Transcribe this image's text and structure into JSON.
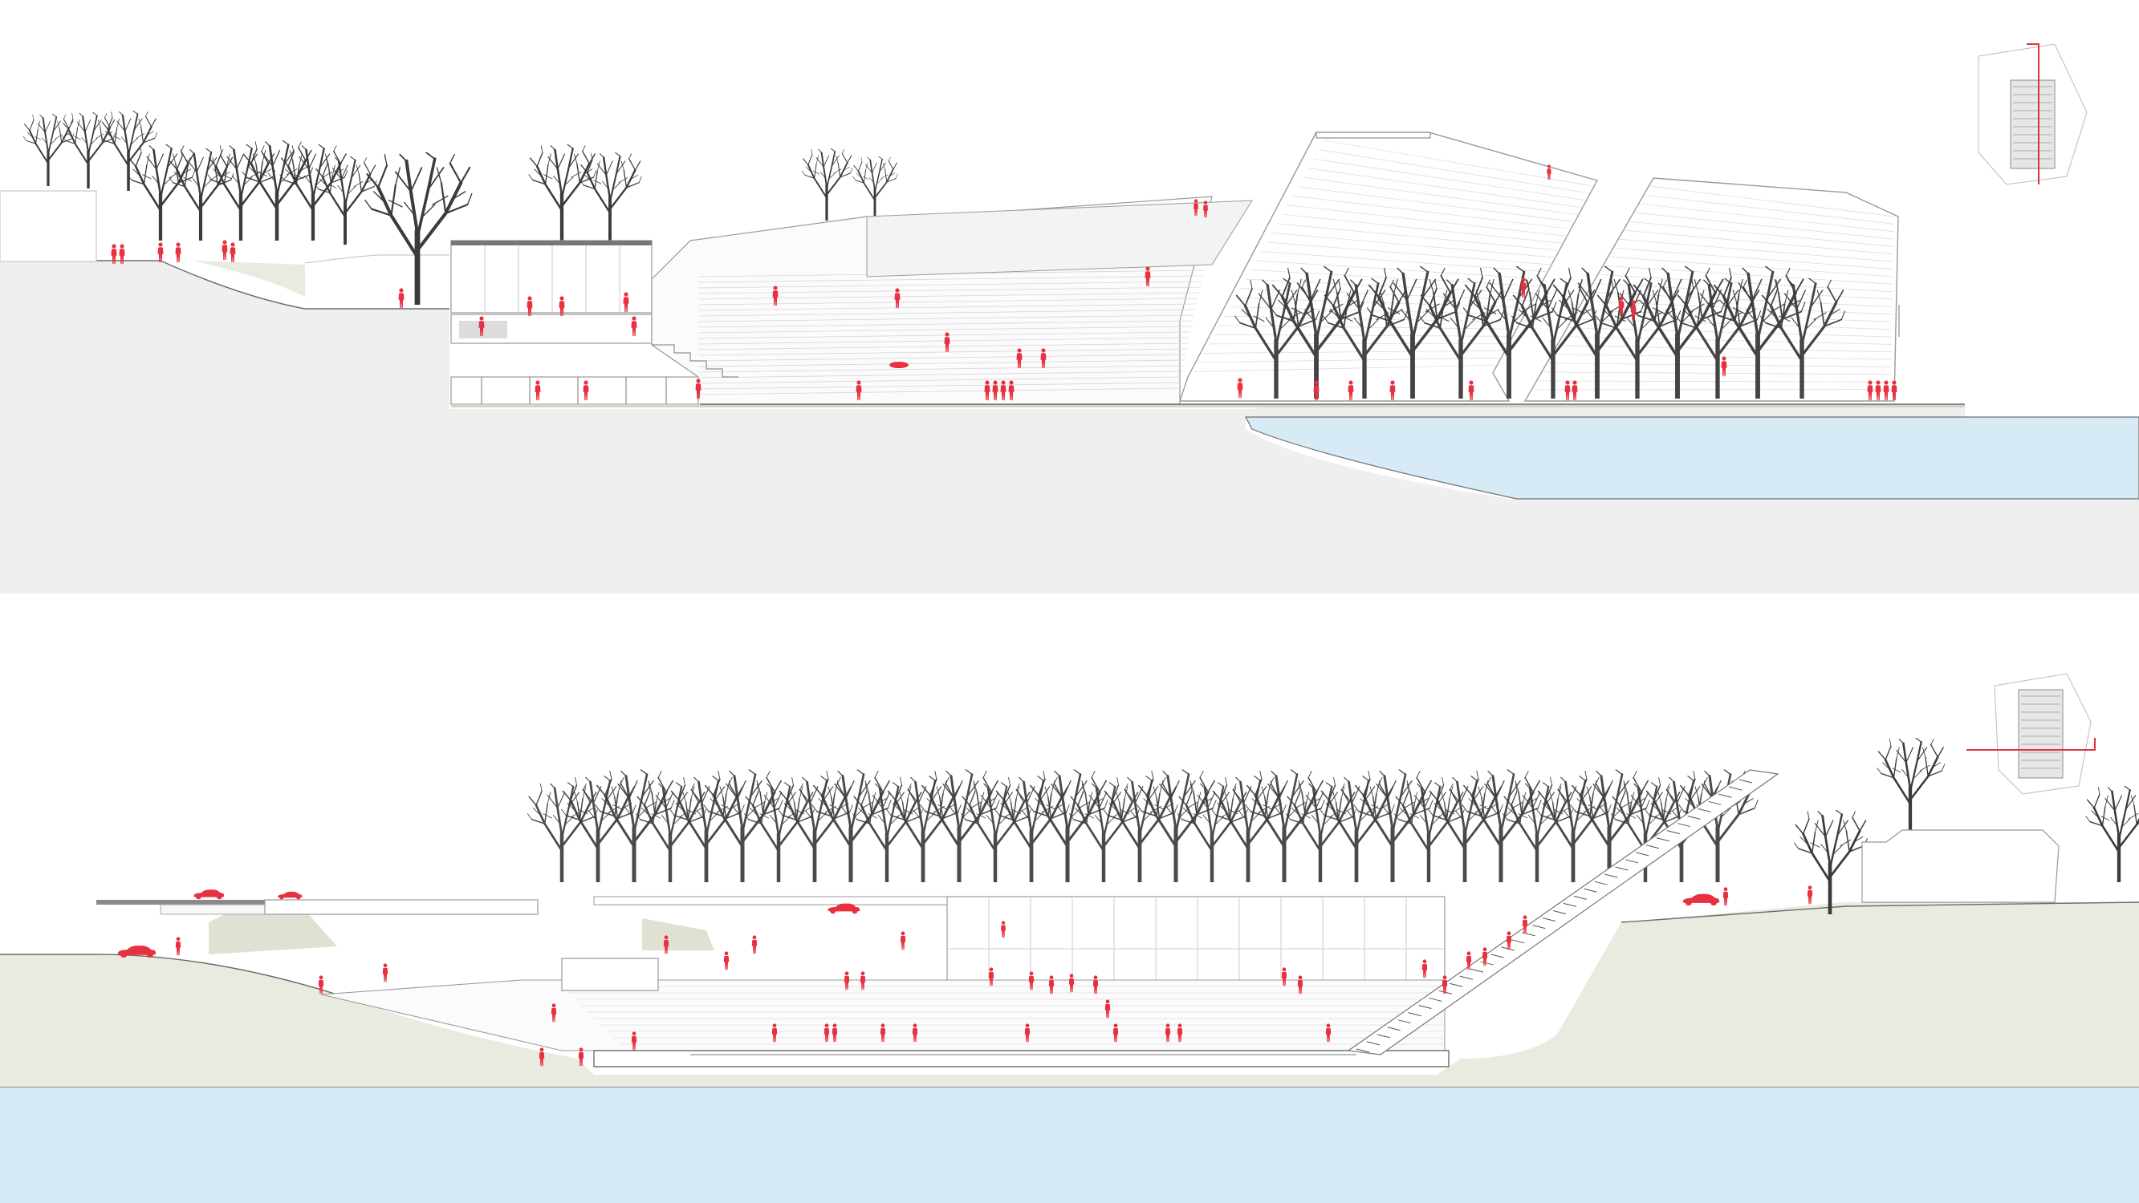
{
  "drawing": {
    "kind": "architectural site sections",
    "panel_count": 2,
    "text_labels": []
  },
  "colors": {
    "background": "#ffffff",
    "ground": "#efefef",
    "ground_line": "#6e6e6e",
    "water": "#d6ebf5",
    "landscape": "#e9ebe0",
    "building_line": "#9a9a9a",
    "building_fill": "#ffffff",
    "tree": "#3b3b3b",
    "people": "#e8303f",
    "key_plan_marker": "#e23038"
  },
  "icons": {
    "people": "person-silhouette-icon",
    "trees": "bare-tree-icon",
    "cars": "car-silhouette-icon",
    "key_plan": "key-plan-icon"
  },
  "sections": [
    {
      "id": "section-top",
      "features": [
        "hillside",
        "pavilion",
        "stepped-stands",
        "tilted-roof-blocks",
        "tree-grid",
        "river"
      ]
    },
    {
      "id": "section-bottom",
      "features": [
        "road-with-cars",
        "tree-row",
        "sunken-arena",
        "ramp-stair",
        "house",
        "river"
      ]
    }
  ]
}
